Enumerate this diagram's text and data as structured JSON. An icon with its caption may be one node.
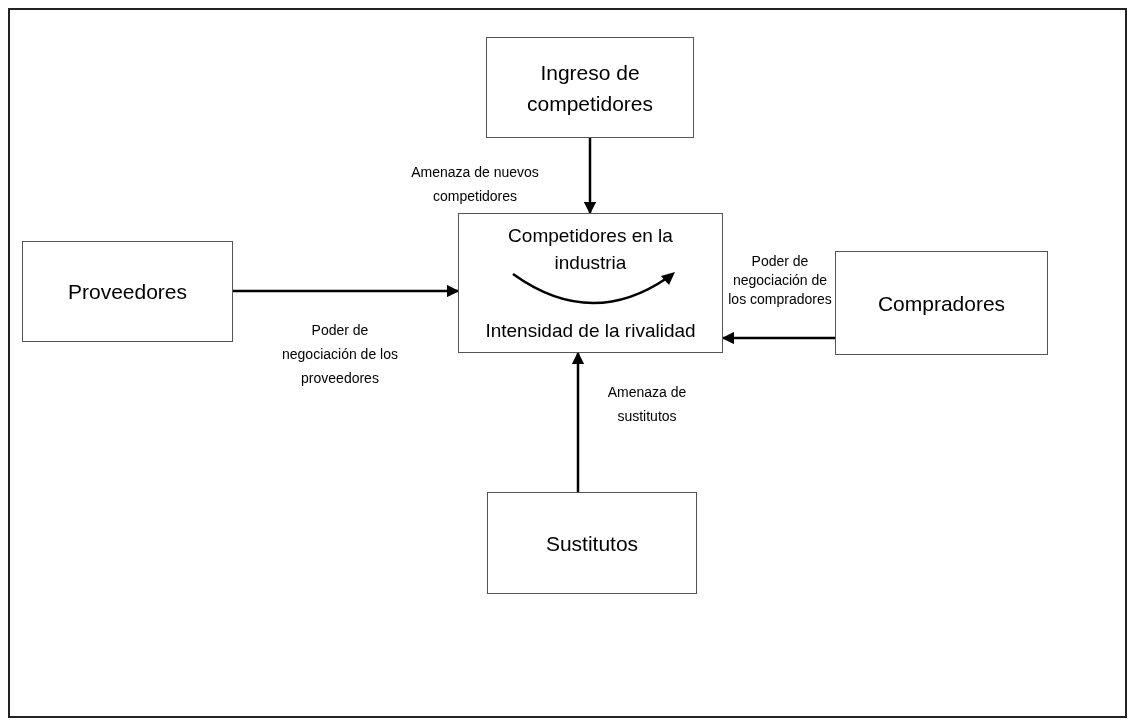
{
  "diagram": {
    "nodes": [
      {
        "text": [
          "Ingreso de competidores"
        ]
      },
      {
        "text": [
          "Competidores en la industria",
          "Intensidad de la rivalidad"
        ]
      },
      {
        "text": [
          "Proveedores"
        ]
      },
      {
        "text": [
          "Compradores"
        ]
      },
      {
        "text": [
          "Sustitutos"
        ]
      }
    ],
    "edges": [
      {
        "from": 0,
        "to": 1,
        "arrow": "to",
        "label": "Amenaza de nuevos competidores"
      },
      {
        "from": 2,
        "to": 1,
        "arrow": "to",
        "label": "Poder de negociación de los proveedores"
      },
      {
        "from": 3,
        "to": 1,
        "arrow": "to",
        "label": "Poder de negociación de los compradores"
      },
      {
        "from": 4,
        "to": 1,
        "arrow": "to",
        "label": "Amenaza de sustitutos"
      }
    ]
  }
}
